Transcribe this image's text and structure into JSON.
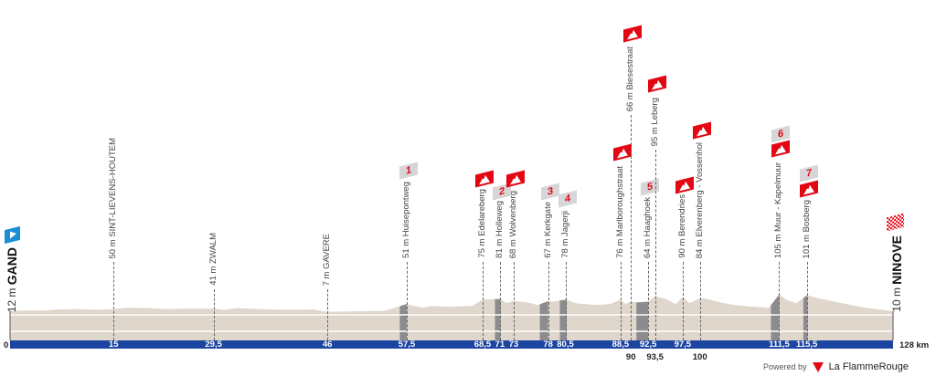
{
  "chart_data": {
    "type": "area",
    "title": "",
    "xlabel": "km",
    "ylabel": "m",
    "xlim": [
      0,
      128
    ],
    "start": {
      "name": "GAND",
      "elevation_label": "12 m",
      "icon": "start-flag-icon",
      "color": "#1a8fd6"
    },
    "finish": {
      "name": "NINOVE",
      "elevation_label": "10 m",
      "icon": "finish-checkered-flag-icon",
      "color": "#e30613"
    },
    "axis": {
      "zero_label": "0",
      "end_label": "128 km",
      "bar_color": "#1b45a0"
    },
    "profile": [
      [
        0,
        12
      ],
      [
        3,
        15
      ],
      [
        5,
        14
      ],
      [
        7,
        20
      ],
      [
        10,
        22
      ],
      [
        13,
        18
      ],
      [
        15,
        22
      ],
      [
        17,
        30
      ],
      [
        20,
        28
      ],
      [
        23,
        22
      ],
      [
        26,
        25
      ],
      [
        29.5,
        24
      ],
      [
        31,
        18
      ],
      [
        33,
        28
      ],
      [
        36,
        22
      ],
      [
        40,
        18
      ],
      [
        44,
        20
      ],
      [
        45.5,
        8
      ],
      [
        47,
        7
      ],
      [
        50,
        10
      ],
      [
        54,
        12
      ],
      [
        55,
        20
      ],
      [
        57.5,
        51
      ],
      [
        58.5,
        40
      ],
      [
        60,
        30
      ],
      [
        61,
        40
      ],
      [
        64,
        35
      ],
      [
        67,
        40
      ],
      [
        68.5,
        75
      ],
      [
        70,
        78
      ],
      [
        71,
        81
      ],
      [
        72,
        55
      ],
      [
        73,
        68
      ],
      [
        75,
        60
      ],
      [
        76.5,
        45
      ],
      [
        78,
        67
      ],
      [
        79,
        65
      ],
      [
        80.5,
        78
      ],
      [
        82,
        55
      ],
      [
        85,
        45
      ],
      [
        87,
        50
      ],
      [
        88.5,
        76
      ],
      [
        89.2,
        50
      ],
      [
        90,
        66
      ],
      [
        90.8,
        60
      ],
      [
        92.5,
        64
      ],
      [
        93.5,
        95
      ],
      [
        95,
        80
      ],
      [
        96.5,
        50
      ],
      [
        97.5,
        90
      ],
      [
        98.5,
        55
      ],
      [
        100,
        84
      ],
      [
        101,
        80
      ],
      [
        103,
        60
      ],
      [
        105,
        45
      ],
      [
        108,
        35
      ],
      [
        110,
        30
      ],
      [
        111.5,
        105
      ],
      [
        112.5,
        75
      ],
      [
        114,
        55
      ],
      [
        115.5,
        101
      ],
      [
        117,
        85
      ],
      [
        120,
        60
      ],
      [
        124,
        30
      ],
      [
        127,
        15
      ],
      [
        128,
        10
      ]
    ],
    "cobbled_sectors_km": [
      [
        56.5,
        57.5
      ],
      [
        70.3,
        71.1
      ],
      [
        76.8,
        78
      ],
      [
        79.7,
        80.7
      ],
      [
        90.8,
        92.5
      ],
      [
        110.3,
        111.5
      ],
      [
        115,
        115.6
      ]
    ],
    "markers": [
      {
        "km": 15,
        "km_label": "15",
        "label": "50 m SINT-LIEVENS-HOUTEM",
        "flags": []
      },
      {
        "km": 29.5,
        "km_label": "29,5",
        "label": "41 m ZWALM",
        "flags": []
      },
      {
        "km": 46,
        "km_label": "46",
        "label": "7 m GAVERE",
        "flags": []
      },
      {
        "km": 57.5,
        "km_label": "57,5",
        "label": "51 m Huisepontweg",
        "flags": [
          {
            "type": "sector",
            "number": "1"
          }
        ]
      },
      {
        "km": 68.5,
        "km_label": "68,5",
        "label": "75 m Edelareberg",
        "flags": [
          {
            "type": "climb"
          }
        ]
      },
      {
        "km": 71,
        "km_label": "71",
        "label": "81 m Holleweg",
        "flags": [
          {
            "type": "sector",
            "number": "2"
          }
        ]
      },
      {
        "km": 73,
        "km_label": "73",
        "label": "68 m Wolvenberg",
        "flags": [
          {
            "type": "climb"
          }
        ]
      },
      {
        "km": 78,
        "km_label": "78",
        "label": "67 m Kerkgate",
        "flags": [
          {
            "type": "sector",
            "number": "3"
          }
        ]
      },
      {
        "km": 80.5,
        "km_label": "80,5",
        "label": "78 m Jagerji",
        "flags": [
          {
            "type": "sector",
            "number": "4"
          }
        ]
      },
      {
        "km": 88.5,
        "km_label": "88,5",
        "label": "76 m Marlboroughstraat",
        "flags": [
          {
            "type": "climb"
          }
        ]
      },
      {
        "km": 90,
        "km_label": "90",
        "label": "66 m Biesestraat",
        "flags": [
          {
            "type": "climb"
          }
        ],
        "below": true
      },
      {
        "km": 92.5,
        "km_label": "92,5",
        "label": "64 m Haaghoek",
        "flags": [
          {
            "type": "sector",
            "number": "5"
          }
        ]
      },
      {
        "km": 93.5,
        "km_label": "93,5",
        "label": "95 m Leberg",
        "flags": [
          {
            "type": "climb"
          }
        ],
        "below": true
      },
      {
        "km": 97.5,
        "km_label": "97,5",
        "label": "90 m Berendries",
        "flags": [
          {
            "type": "climb"
          }
        ]
      },
      {
        "km": 100,
        "km_label": "100",
        "label": "84 m Elverenberg - Vossenhol",
        "flags": [
          {
            "type": "climb"
          }
        ],
        "below": true
      },
      {
        "km": 111.5,
        "km_label": "111,5",
        "label": "105 m Muur - Kapelmuur",
        "flags": [
          {
            "type": "sector",
            "number": "6"
          },
          {
            "type": "climb"
          }
        ]
      },
      {
        "km": 115.5,
        "km_label": "115,5",
        "label": "101 m Bosberg",
        "flags": [
          {
            "type": "sector",
            "number": "7"
          },
          {
            "type": "climb"
          }
        ]
      }
    ]
  },
  "footer": {
    "powered_by": "Powered by",
    "brand": "La FlammeRouge"
  }
}
